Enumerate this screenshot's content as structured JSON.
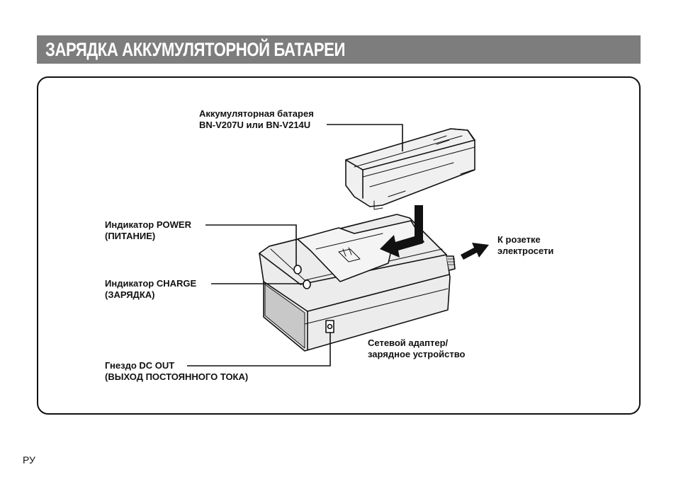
{
  "header": {
    "title": "ЗАРЯДКА АККУМУЛЯТОРНОЙ БАТАРЕИ"
  },
  "callouts": {
    "battery": {
      "line1": "Аккумуляторная батарея",
      "line2": "BN-V207U или BN-V214U"
    },
    "power": {
      "line1": "Индикатор POWER",
      "line2": "(ПИТАНИЕ)"
    },
    "charge": {
      "line1": "Индикатор CHARGE",
      "line2": "(ЗАРЯДКА)"
    },
    "dc_out": {
      "line1": "Гнездо DC OUT",
      "line2": "(ВЫХОД ПОСТОЯННОГО ТОКА)"
    },
    "outlet": {
      "line1": "К розетке",
      "line2": "электросети"
    },
    "adapter": {
      "line1": "Сетевой адаптер/",
      "line2": "зарядное устройство"
    }
  },
  "footer": {
    "lang": "РУ"
  }
}
